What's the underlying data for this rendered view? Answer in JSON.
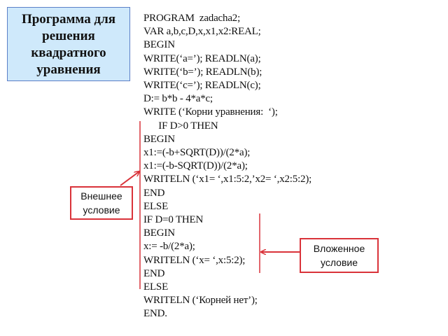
{
  "title": "Программа для решения квадратного уравнения",
  "code_lines": [
    "PROGRAM  zadacha2;",
    "VAR a,b,c,D,x,x1,x2:REAL;",
    "BEGIN",
    "WRITE(‘a=’); READLN(a);",
    "WRITE(‘b=’); READLN(b);",
    "WRITE(‘c=’); READLN(c);",
    "D:= b*b - 4*a*c;",
    "WRITE (‘Корни уравнения:  ‘);",
    "      IF D>0 THEN",
    "BEGIN",
    "x1:=(-b+SQRT(D))/(2*a);",
    "x1:=(-b-SQRT(D))/(2*a);",
    "WRITELN (‘x1= ‘,x1:5:2,’x2= ‘,x2:5:2);",
    "END",
    "ELSE",
    "IF D=0 THEN",
    "BEGIN",
    "x:= -b/(2*a);",
    "WRITELN (‘x= ‘,x:5:2);",
    "END",
    "ELSE",
    "WRITELN (‘Корней нет’);",
    "END."
  ],
  "outer_label": "Внешнее условие",
  "inner_label": "Вложенное условие",
  "colors": {
    "accent": "#d9333a",
    "title_bg": "#cfe9fb",
    "title_border": "#5b7fc7"
  }
}
